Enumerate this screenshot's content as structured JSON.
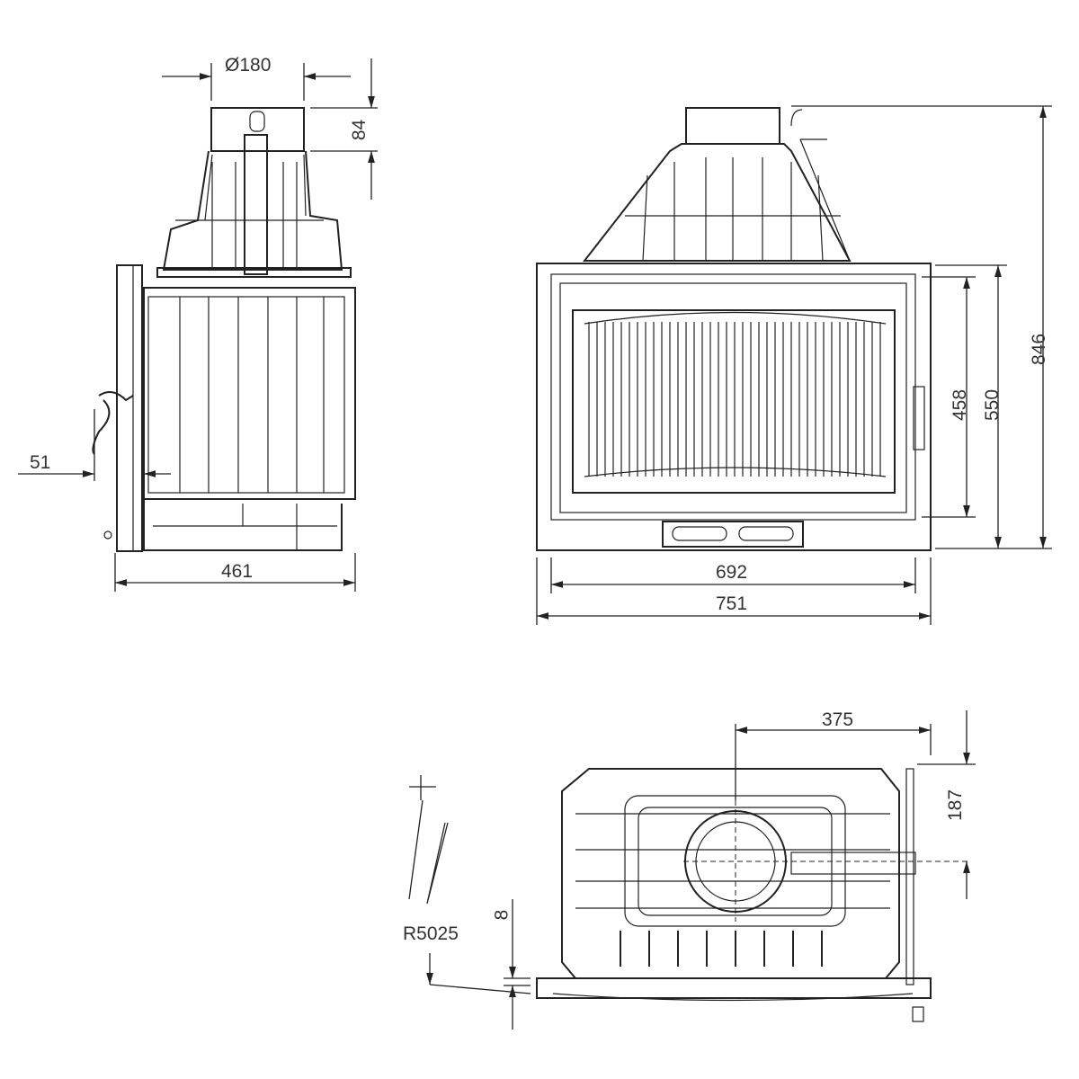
{
  "title": "Fireplace insert dimension drawing",
  "dimensions": {
    "flue_diameter": "Ø180",
    "flue_height": "84",
    "door_offset": "51",
    "depth": "461",
    "total_height": "846",
    "frame_height": "550",
    "glass_height": "458",
    "inner_width": "692",
    "total_width": "751",
    "flue_offset_x": "375",
    "flue_offset_y": "187",
    "front_gap": "8",
    "front_radius": "R5025"
  },
  "colors": {
    "line": "#222222",
    "background": "#ffffff"
  }
}
